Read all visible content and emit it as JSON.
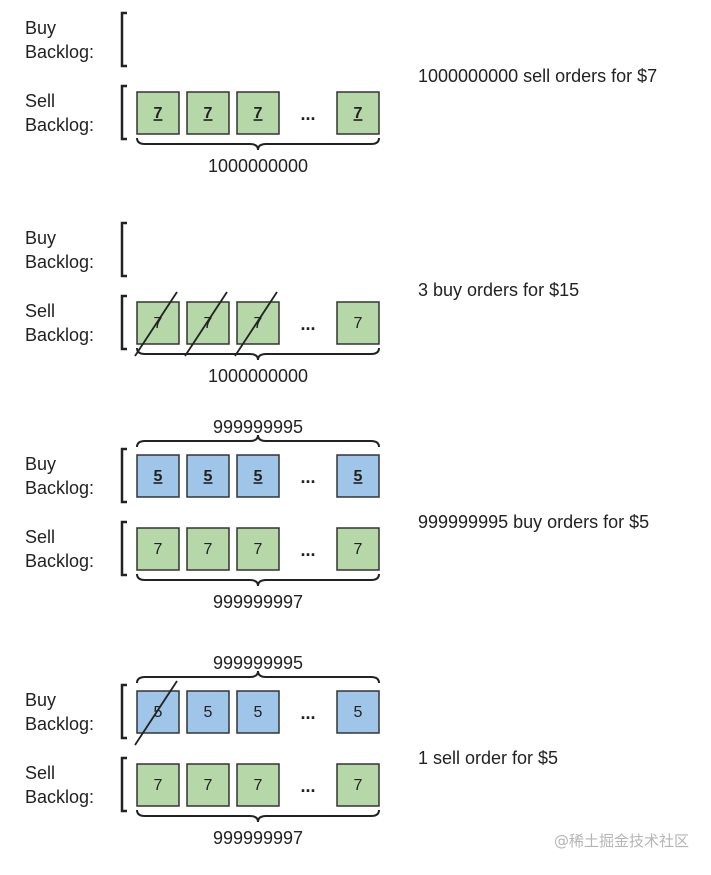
{
  "labels": {
    "buy": [
      "Buy",
      "Backlog:"
    ],
    "sell": [
      "Sell",
      "Backlog:"
    ]
  },
  "colors": {
    "green": "#b6d7a8",
    "blue": "#9fc5e8",
    "stroke": "#333333"
  },
  "watermark": "@稀土掘金技术社区",
  "panels": [
    {
      "description": "1000000000 sell orders for $7",
      "buy": {
        "boxes": []
      },
      "sell": {
        "boxes": [
          "7",
          "7",
          "7",
          "...",
          "7"
        ],
        "color": "green",
        "underline": true,
        "struck": [],
        "count_below": "1000000000"
      }
    },
    {
      "description": "3 buy orders for $15",
      "buy": {
        "boxes": []
      },
      "sell": {
        "boxes": [
          "7",
          "7",
          "7",
          "...",
          "7"
        ],
        "color": "green",
        "underline": false,
        "struck": [
          0,
          1,
          2
        ],
        "count_below": "1000000000"
      }
    },
    {
      "description": "999999995 buy orders for $5",
      "buy": {
        "boxes": [
          "5",
          "5",
          "5",
          "...",
          "5"
        ],
        "color": "blue",
        "underline": true,
        "struck": [],
        "count_above": "999999995"
      },
      "sell": {
        "boxes": [
          "7",
          "7",
          "7",
          "...",
          "7"
        ],
        "color": "green",
        "underline": false,
        "struck": [],
        "count_below": "999999997"
      }
    },
    {
      "description": "1 sell order for $5",
      "buy": {
        "boxes": [
          "5",
          "5",
          "5",
          "...",
          "5"
        ],
        "color": "blue",
        "underline": false,
        "struck": [
          0
        ],
        "count_above": "999999995"
      },
      "sell": {
        "boxes": [
          "7",
          "7",
          "7",
          "...",
          "7"
        ],
        "color": "green",
        "underline": false,
        "struck": [],
        "count_below": "999999997"
      }
    }
  ]
}
